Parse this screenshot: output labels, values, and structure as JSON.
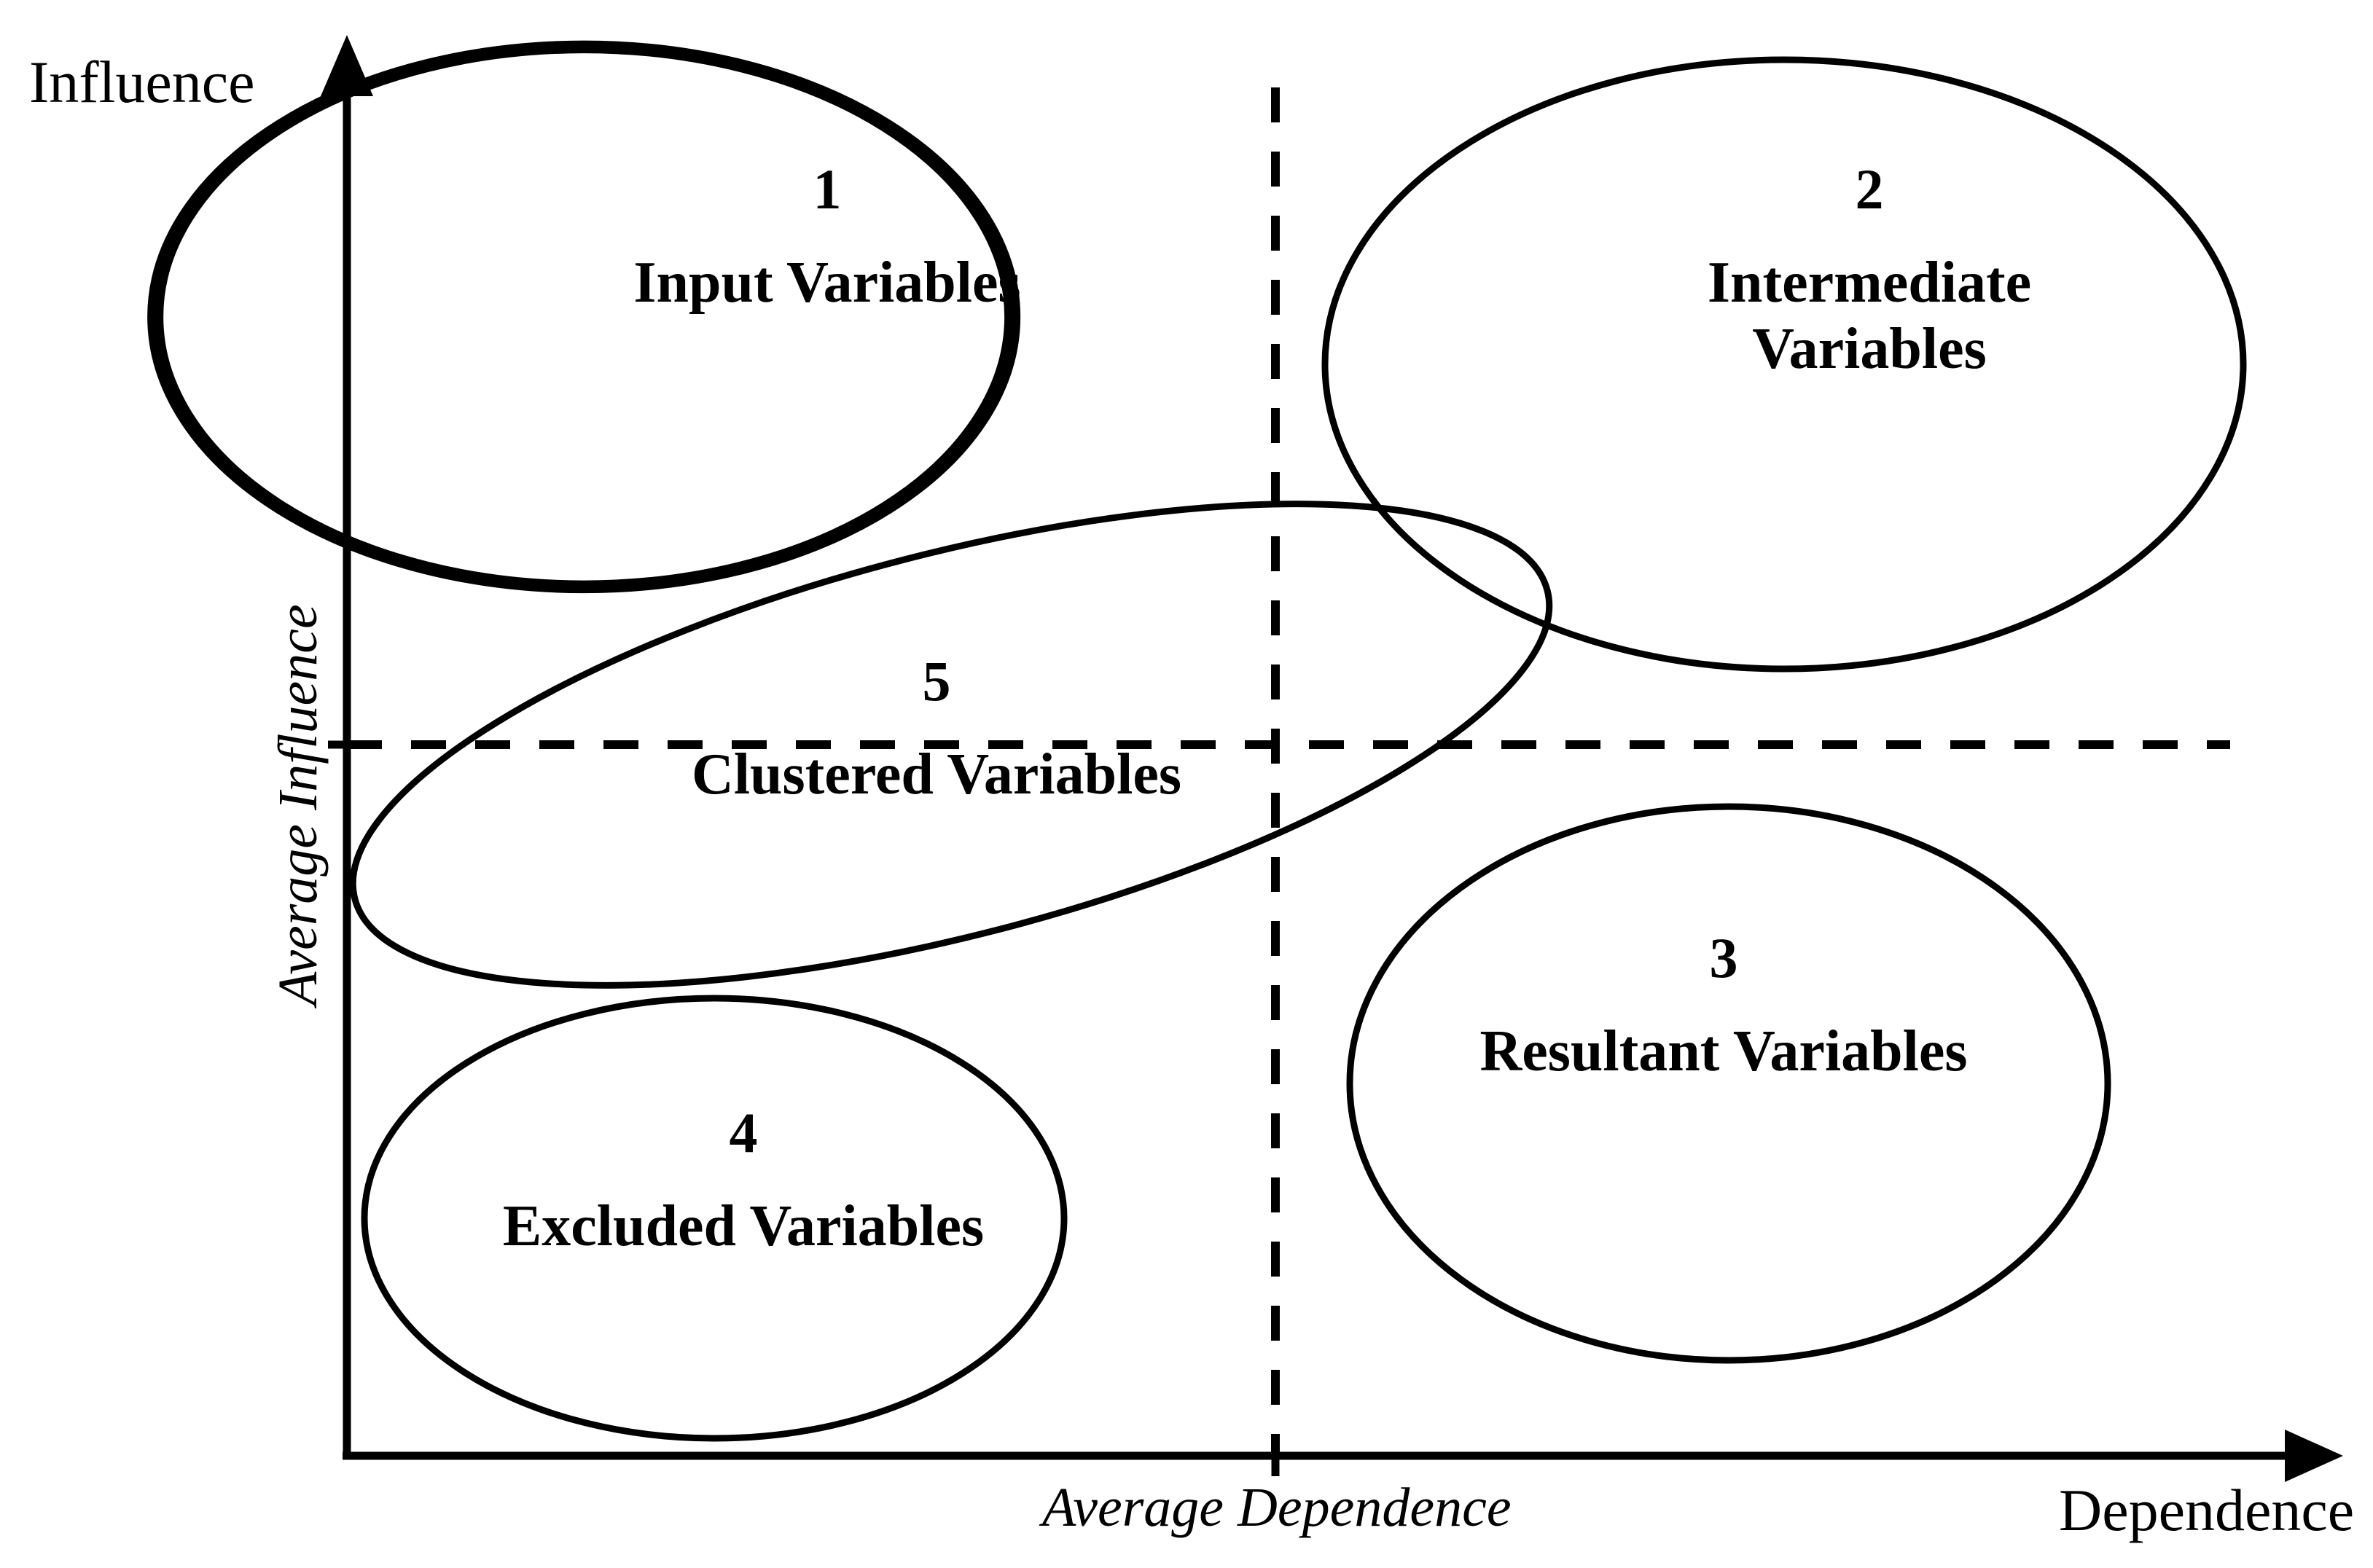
{
  "diagram": {
    "title_present": false,
    "axes": {
      "y_axis_label": "Influence",
      "x_axis_label": "Dependence",
      "y_threshold_label": "Average Influence",
      "x_threshold_label": "Average Dependence"
    },
    "colors": {
      "stroke": "#000000",
      "background": "#ffffff",
      "text": "#000000"
    },
    "zones": [
      {
        "number": "1",
        "name": "Input Variables"
      },
      {
        "number": "2",
        "name": "Intermediate Variables"
      },
      {
        "number": "3",
        "name": "Resultant Variables"
      },
      {
        "number": "4",
        "name": "Excluded Variables"
      },
      {
        "number": "5",
        "name": "Clustered Variables"
      }
    ]
  },
  "chart_data": {
    "type": "scatter",
    "title": "",
    "xlabel": "Dependence",
    "ylabel": "Influence",
    "grid": false,
    "legend": null,
    "annotations": [
      {
        "id": "1",
        "label": "Input Variables",
        "quadrant": "high-influence / low-dependence"
      },
      {
        "id": "2",
        "label": "Intermediate Variables",
        "quadrant": "high-influence / high-dependence"
      },
      {
        "id": "3",
        "label": "Resultant Variables",
        "quadrant": "low-influence / high-dependence"
      },
      {
        "id": "4",
        "label": "Excluded Variables",
        "quadrant": "low-influence / low-dependence"
      },
      {
        "id": "5",
        "label": "Clustered Variables",
        "quadrant": "central band crossing the average influence line"
      }
    ],
    "reference_lines": [
      {
        "orientation": "horizontal",
        "label": "Average Influence",
        "style": "dashed"
      },
      {
        "orientation": "vertical",
        "label": "Average Dependence",
        "style": "dashed"
      }
    ]
  }
}
